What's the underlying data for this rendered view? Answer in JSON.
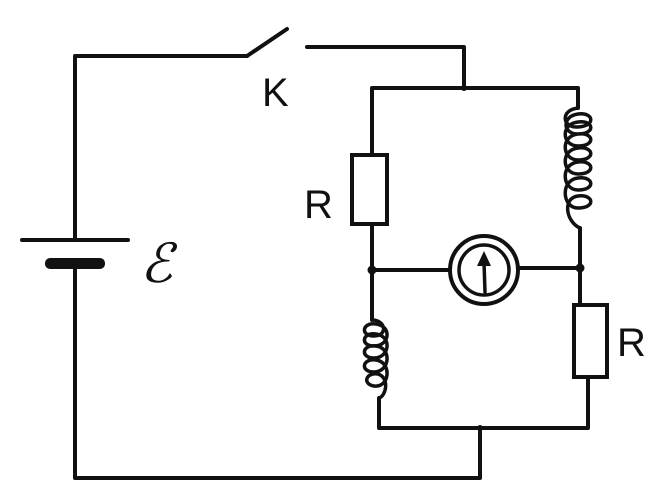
{
  "labels": {
    "switch": "K",
    "resistor_left": "R",
    "resistor_right": "R",
    "emf": "ℰ"
  },
  "colors": {
    "ink": "#111111",
    "paper": "#ffffff"
  },
  "icons": {
    "battery": "battery-icon",
    "switch": "switch-icon",
    "resistor": "resistor-icon",
    "inductor": "inductor-coil-icon",
    "galvanometer": "galvanometer-icon"
  }
}
